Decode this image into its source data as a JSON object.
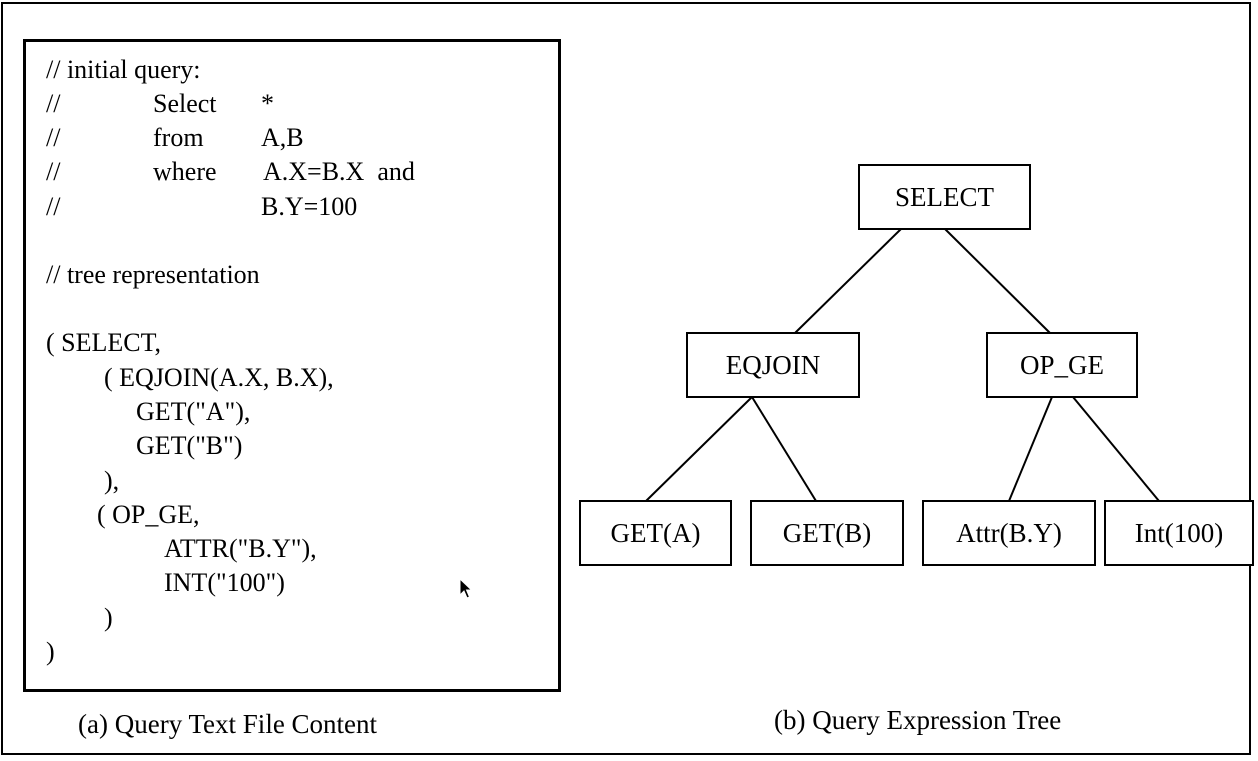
{
  "panel_a": {
    "code_lines": [
      {
        "text": "// initial query:",
        "indent": 0
      },
      {
        "text": "//",
        "indent": 0
      },
      {
        "text": "Select",
        "indent": 1
      },
      {
        "text": "*",
        "indent": 2
      },
      {
        "text": "//",
        "indent": 0
      },
      {
        "text": "from",
        "indent": 1
      },
      {
        "text": "A,B",
        "indent": 2
      },
      {
        "text": "//",
        "indent": 0
      },
      {
        "text": "where",
        "indent": 1
      },
      {
        "text": "A.X=B.X  and",
        "indent": 2
      },
      {
        "text": "//",
        "indent": 0
      },
      {
        "text": "B.Y=100",
        "indent": 2
      },
      {
        "text": "// tree representation",
        "indent": 0
      },
      {
        "text": "( SELECT,",
        "indent": 0
      },
      {
        "text": "( EQJOIN(A.X, B.X),",
        "indent": 1
      },
      {
        "text": "GET(\"A\"),",
        "indent": 2
      },
      {
        "text": "GET(\"B\")",
        "indent": 2
      },
      {
        "text": "),",
        "indent": 1
      },
      {
        "text": "( OP_GE,",
        "indent": 1
      },
      {
        "text": "ATTR(\"B.Y\"),",
        "indent": 2
      },
      {
        "text": "INT(\"100\")",
        "indent": 2
      },
      {
        "text": ")",
        "indent": 1
      },
      {
        "text": ")",
        "indent": 0
      }
    ],
    "caption": "(a) Query Text File Content"
  },
  "panel_b": {
    "nodes": {
      "select": "SELECT",
      "eqjoin": "EQJOIN",
      "op_ge": "OP_GE",
      "get_a": "GET(A)",
      "get_b": "GET(B)",
      "attr_by": "Attr(B.Y)",
      "int_100": "Int(100)"
    },
    "edges": [
      [
        "select",
        "eqjoin"
      ],
      [
        "select",
        "op_ge"
      ],
      [
        "eqjoin",
        "get_a"
      ],
      [
        "eqjoin",
        "get_b"
      ],
      [
        "op_ge",
        "attr_by"
      ],
      [
        "op_ge",
        "int_100"
      ]
    ],
    "caption": "(b) Query Expression Tree"
  },
  "cursor_icon": "mouse-pointer-icon"
}
